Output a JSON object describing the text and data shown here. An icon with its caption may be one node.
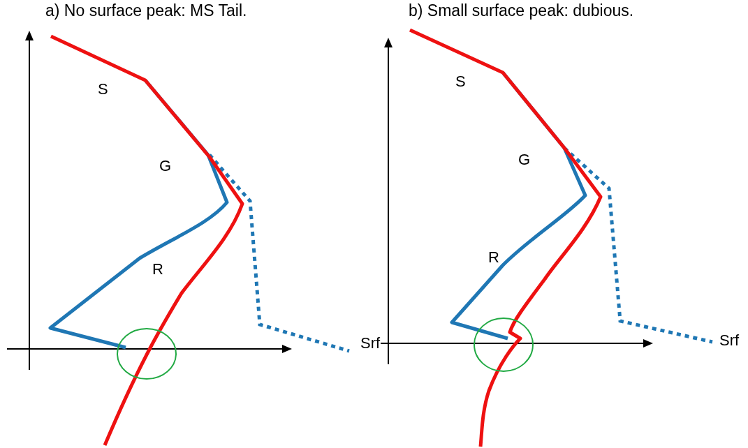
{
  "diagram": {
    "labels": [
      "a) No surface peak: MS Tail.",
      "S",
      "G",
      "R",
      "Srf",
      "b) Small surface peak: dubious.",
      "S",
      "G",
      "R",
      "Srf"
    ]
  }
}
